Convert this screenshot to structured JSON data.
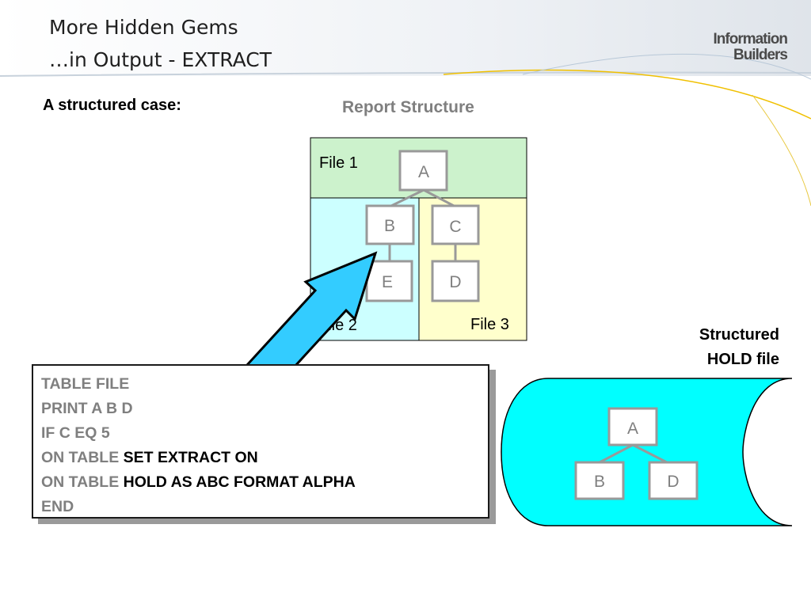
{
  "title": {
    "line1": "More Hidden Gems",
    "line2": "…in Output - EXTRACT"
  },
  "logo": {
    "line1": "Information",
    "line2": "Builders"
  },
  "case_label": "A structured case:",
  "report_structure": {
    "heading": "Report Structure",
    "file1_label": "File 1",
    "file2_label": "File 2",
    "file3_label": "File 3",
    "nodes": {
      "a": "A",
      "b": "B",
      "c": "C",
      "d": "D",
      "e": "E"
    }
  },
  "hold_file": {
    "label_line1": "Structured",
    "label_line2": "HOLD file",
    "nodes": {
      "a": "A",
      "b": "B",
      "d": "D"
    }
  },
  "code": {
    "line1": "TABLE FILE",
    "line2": "PRINT  A  B  D",
    "line3": "IF C EQ 5",
    "line4_kw": "ON TABLE ",
    "line4_rest": "SET EXTRACT ON",
    "line5_kw": "ON TABLE ",
    "line5_rest": "HOLD AS ABC FORMAT ALPHA",
    "line6": "END"
  },
  "colors": {
    "file1_fill": "#ccf2cc",
    "file2_fill": "#ccffff",
    "file3_fill": "#ffffcc",
    "cylinder_fill": "#00ffff",
    "arrow_fill": "#33ccff",
    "node_stroke": "#999999",
    "swoosh": "#f0c000"
  }
}
